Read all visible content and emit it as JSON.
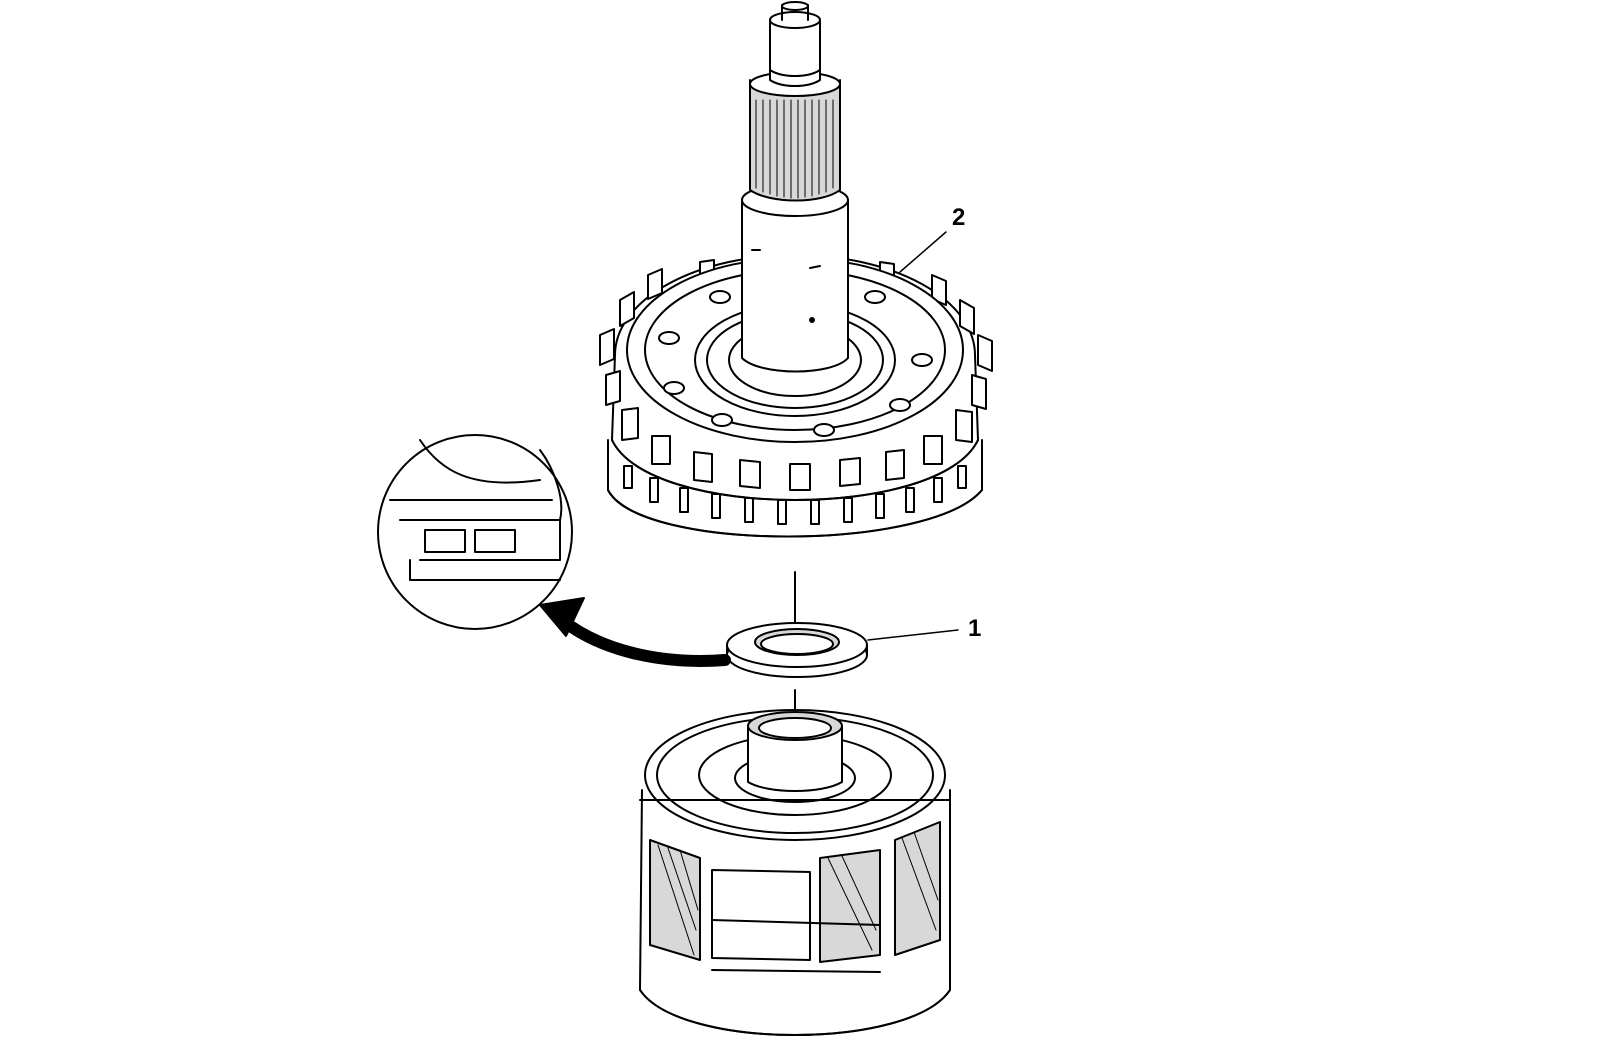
{
  "callouts": [
    {
      "id": "1",
      "label": "1"
    },
    {
      "id": "2",
      "label": "2"
    }
  ],
  "colors": {
    "line": "#000000",
    "fill": "#ffffff",
    "shade": "#d8d8d8"
  }
}
